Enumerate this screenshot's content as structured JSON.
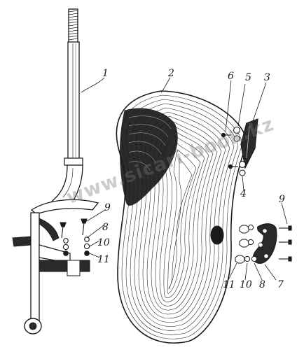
{
  "watermark": "www.sicari-book.kz",
  "callouts": [
    "1",
    "2",
    "3",
    "4",
    "5",
    "6",
    "7",
    "8",
    "8",
    "9",
    "9",
    "10",
    "10",
    "11",
    "11"
  ],
  "colors": {
    "ink": "#1a1a1a",
    "paper": "#ffffff",
    "watermark": "#8a8a8a"
  },
  "parts": [
    "post",
    "moldboard",
    "shin",
    "bolt",
    "washer",
    "nut",
    "bracket"
  ]
}
